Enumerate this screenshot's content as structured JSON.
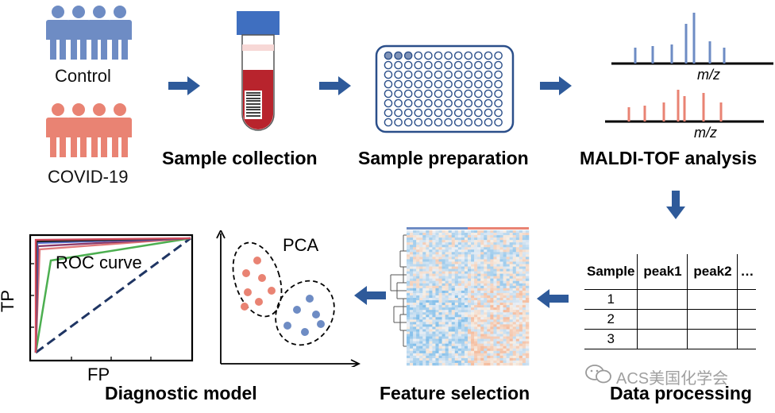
{
  "groups": {
    "control": "Control",
    "covid": "COVID-19"
  },
  "steps": {
    "collection": "Sample collection",
    "preparation": "Sample preparation",
    "maldi": "MALDI-TOF analysis",
    "processing": "Data processing",
    "feature": "Feature selection",
    "model": "Diagnostic model"
  },
  "spectrum": {
    "axis_label": "m/z"
  },
  "table": {
    "headers": [
      "Sample",
      "peak1",
      "peak2",
      "…"
    ],
    "rows": [
      "1",
      "2",
      "3"
    ]
  },
  "pca": {
    "label": "PCA"
  },
  "roc": {
    "label": "ROC curve",
    "y_axis": "TP",
    "x_axis": "FP"
  },
  "watermark": "ACS美国化学会",
  "colors": {
    "control": "#6e8cc4",
    "covid": "#e98373",
    "arrow": "#2e5a9a",
    "tube_cap": "#3f6fc0",
    "blood": "#b8242d"
  }
}
